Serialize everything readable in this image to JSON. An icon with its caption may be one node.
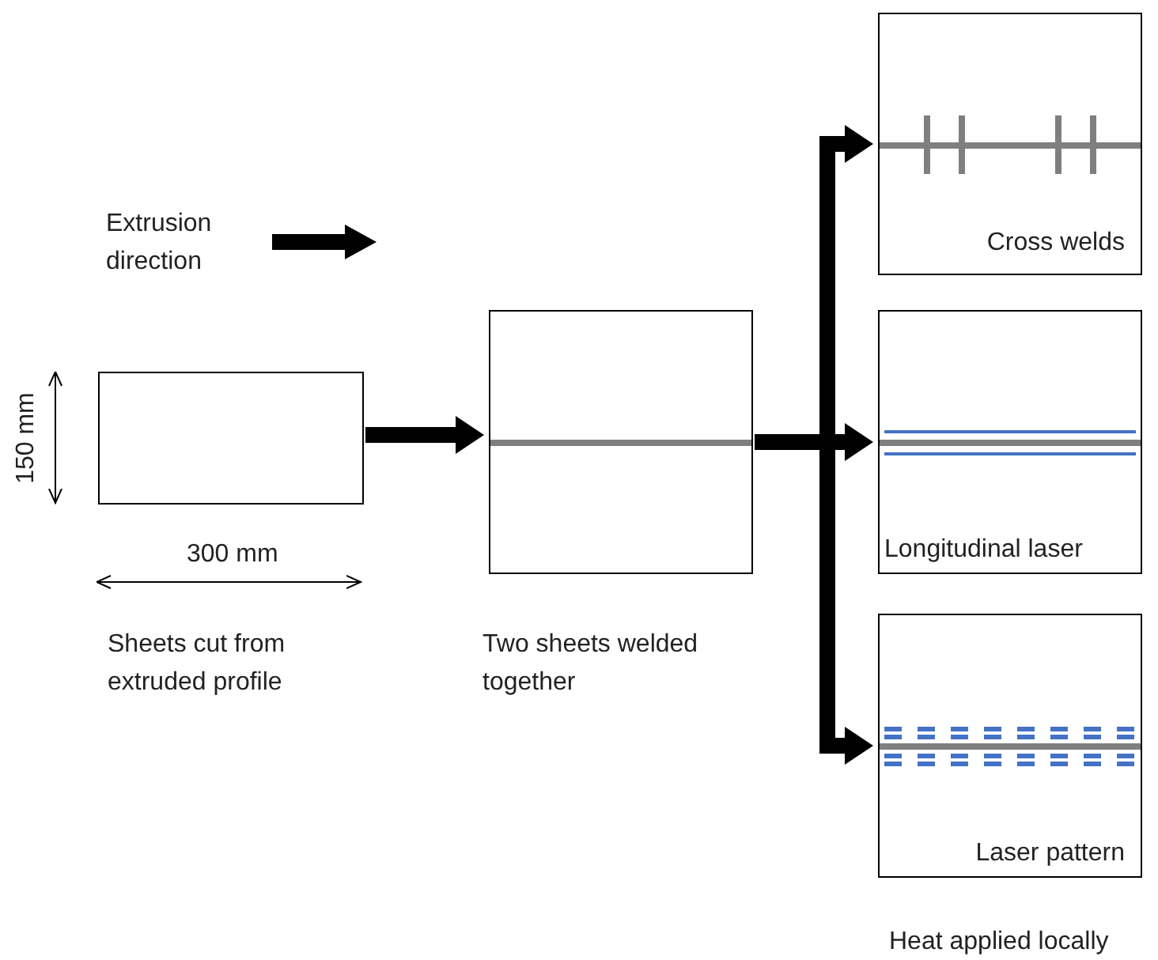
{
  "diagram": {
    "nodes": [
      {
        "text": [],
        "shape": "box"
      },
      {
        "text": [],
        "shape": "box"
      },
      {
        "text": [
          "Cross welds"
        ]
      },
      {
        "text": [
          "Longitudinal laser"
        ]
      },
      {
        "text": [
          "Laser pattern"
        ]
      }
    ],
    "edges": [
      {
        "from": 0,
        "to": 1,
        "arrow": "to"
      },
      {
        "from": 1,
        "to": 2,
        "arrow": "to"
      },
      {
        "from": 1,
        "to": 3,
        "arrow": "to"
      },
      {
        "from": 1,
        "to": 4,
        "arrow": "to"
      }
    ],
    "labels": [
      "Extrusion direction",
      "150 mm",
      "300 mm",
      "Sheets cut from extruded profile",
      "Two sheets welded together",
      "Heat applied locally"
    ]
  }
}
